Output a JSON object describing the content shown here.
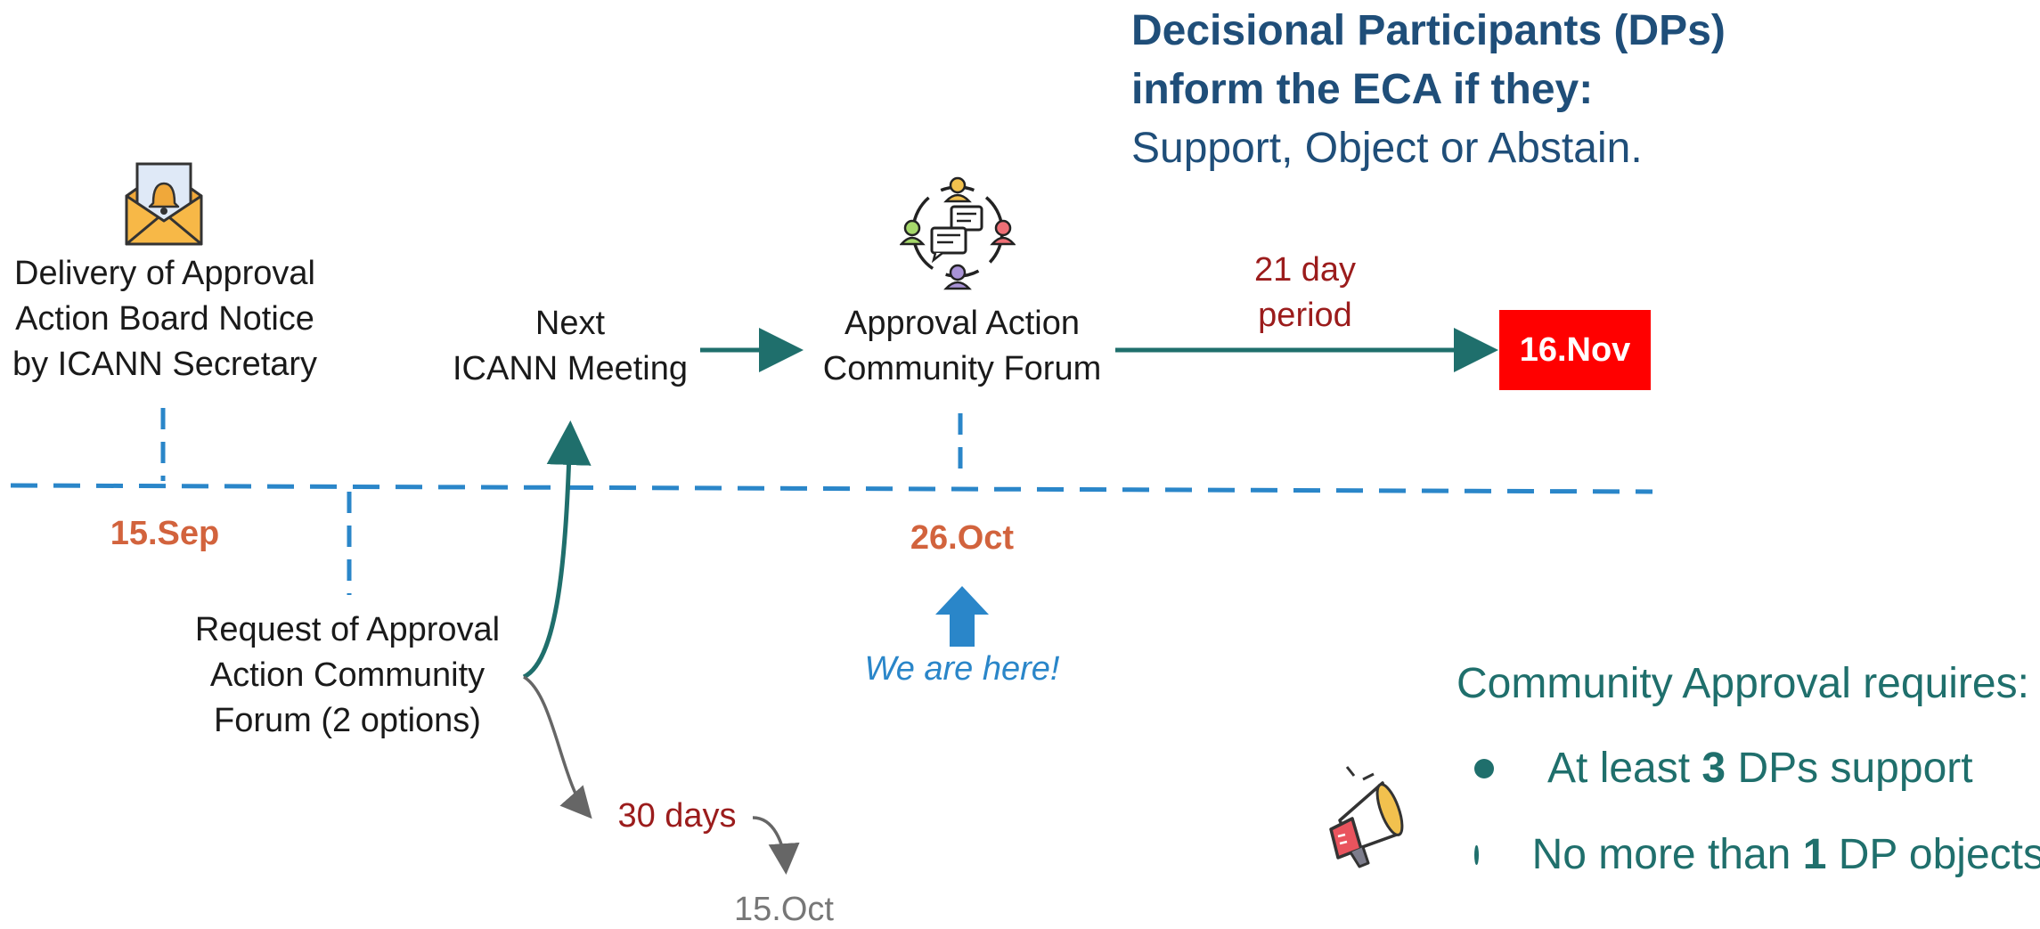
{
  "header": {
    "line1": "Decisional Participants (DPs)",
    "line2": "inform the ECA if they:",
    "line3": "Support, Object or Abstain."
  },
  "timeline": {
    "delivery": {
      "line1": "Delivery of Approval",
      "line2": "Action Board Notice",
      "line3": "by ICANN Secretary",
      "date": "15.Sep"
    },
    "request": {
      "line1": "Request of Approval",
      "line2": "Action Community",
      "line3": "Forum (2 options)"
    },
    "next_meeting": {
      "line1": "Next",
      "line2": "ICANN Meeting"
    },
    "forum": {
      "line1": "Approval Action",
      "line2": "Community Forum",
      "date": "26.Oct"
    },
    "period": {
      "line1": "21 day",
      "line2": "period"
    },
    "deadline": "16.Nov",
    "alt_option": {
      "days": "30 days",
      "date": "15.Oct"
    },
    "marker": "We are here!"
  },
  "requirements": {
    "heading": "Community Approval requires:",
    "item1": {
      "prefix": "At least ",
      "number": "3",
      "suffix": " DPs support"
    },
    "item2": {
      "prefix": "No more than ",
      "number": "1",
      "suffix": " DP objects"
    }
  },
  "colors": {
    "heading_blue": "#1f4e79",
    "teal": "#1f6f6c",
    "date_orange": "#d2633d",
    "deadline_red": "#ff0000",
    "timeline_blue": "#2a86c9",
    "period_red": "#9b1c1c"
  },
  "icons": {
    "delivery": "envelope-bell-icon",
    "forum": "community-discussion-icon",
    "marker": "up-arrow-icon",
    "requirements": "megaphone-icon"
  }
}
